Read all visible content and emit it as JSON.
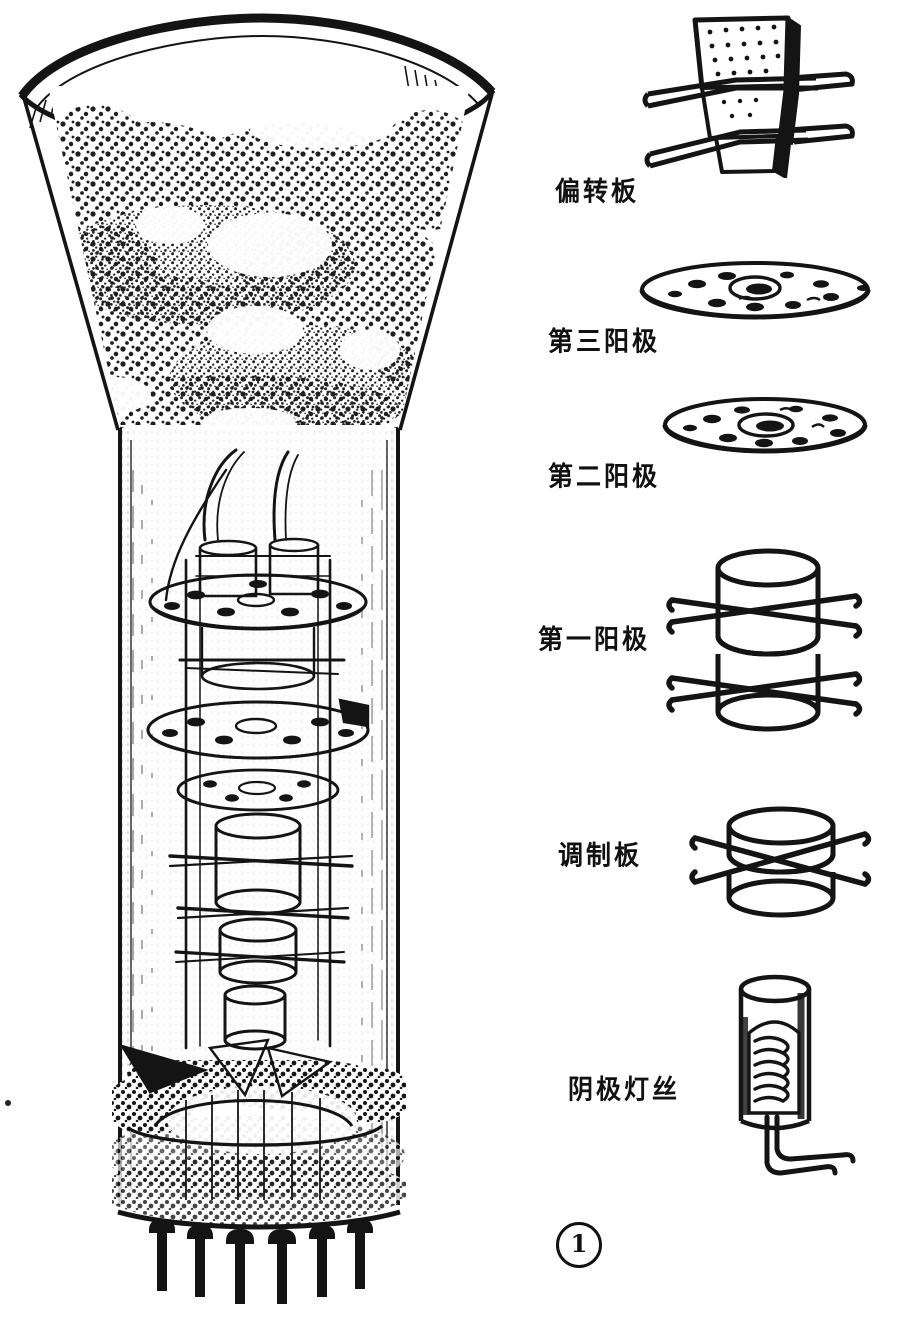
{
  "figure": {
    "kind": "technical-line-drawing",
    "subject": "cathode-ray-tube-cutaway-with-electron-gun-parts",
    "number_label": "①",
    "number_plain": "1",
    "ink_color": "#141414",
    "background_color": "#ffffff"
  },
  "main_illustration": {
    "name": "cathode-ray-tube",
    "description_parts": [
      "screen-faceplate",
      "flared-cone",
      "cylindrical-neck",
      "internal-electron-gun",
      "base-pins"
    ],
    "base_pin_count": 6
  },
  "parts": [
    {
      "label": "偏转板",
      "romanization": "pianzhuanban",
      "meaning": "deflection plates",
      "art": "deflection-plate-assembly"
    },
    {
      "label": "第三阳极",
      "romanization": "di san yangji",
      "meaning": "third anode",
      "art": "perforated-disc"
    },
    {
      "label": "第二阳极",
      "romanization": "di er yangji",
      "meaning": "second anode",
      "art": "perforated-disc"
    },
    {
      "label": "第一阳极",
      "romanization": "di yi yangji",
      "meaning": "first anode",
      "art": "tall-cylinder-with-support-wires"
    },
    {
      "label": "调制板",
      "romanization": "tiaozhiban",
      "meaning": "modulator / control electrode",
      "art": "short-cylinder-with-support-wires"
    },
    {
      "label": "阴极灯丝",
      "romanization": "yinji dengsi",
      "meaning": "cathode filament",
      "art": "cathode-sleeve-with-heater-coil"
    }
  ]
}
